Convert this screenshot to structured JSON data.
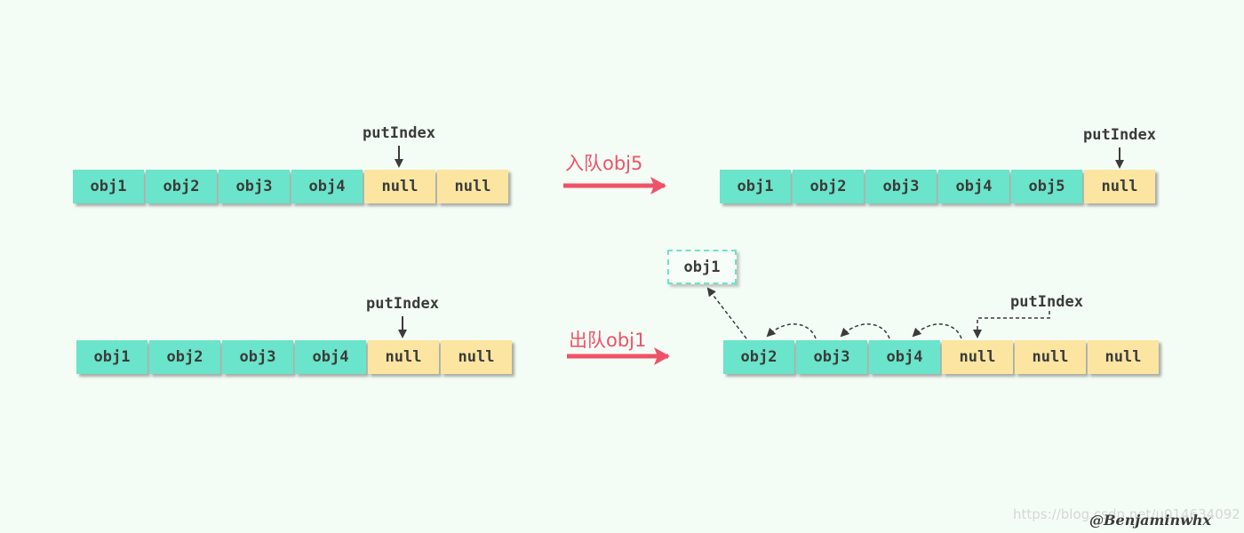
{
  "top_left": {
    "cells": [
      {
        "label": "obj1",
        "kind": "obj"
      },
      {
        "label": "obj2",
        "kind": "obj"
      },
      {
        "label": "obj3",
        "kind": "obj"
      },
      {
        "label": "obj4",
        "kind": "obj"
      },
      {
        "label": "null",
        "kind": "null"
      },
      {
        "label": "null",
        "kind": "null"
      }
    ],
    "pointer": "putIndex"
  },
  "enqueue_label": "入队obj5",
  "top_right": {
    "cells": [
      {
        "label": "obj1",
        "kind": "obj"
      },
      {
        "label": "obj2",
        "kind": "obj"
      },
      {
        "label": "obj3",
        "kind": "obj"
      },
      {
        "label": "obj4",
        "kind": "obj"
      },
      {
        "label": "obj5",
        "kind": "obj"
      },
      {
        "label": "null",
        "kind": "null"
      }
    ],
    "pointer": "putIndex"
  },
  "bottom_left": {
    "cells": [
      {
        "label": "obj1",
        "kind": "obj"
      },
      {
        "label": "obj2",
        "kind": "obj"
      },
      {
        "label": "obj3",
        "kind": "obj"
      },
      {
        "label": "obj4",
        "kind": "obj"
      },
      {
        "label": "null",
        "kind": "null"
      },
      {
        "label": "null",
        "kind": "null"
      }
    ],
    "pointer": "putIndex"
  },
  "dequeue_label": "出队obj1",
  "bottom_right": {
    "popped": "obj1",
    "cells": [
      {
        "label": "obj2",
        "kind": "obj"
      },
      {
        "label": "obj3",
        "kind": "obj"
      },
      {
        "label": "obj4",
        "kind": "obj"
      },
      {
        "label": "null",
        "kind": "null"
      },
      {
        "label": "null",
        "kind": "null"
      },
      {
        "label": "null",
        "kind": "null"
      }
    ],
    "pointer": "putIndex"
  },
  "watermark": "https://blog.csdn.net/u014634092",
  "signature": "@Benjaminwhx",
  "colors": {
    "obj_cell": "#6ae4ca",
    "null_cell": "#fbe5a0",
    "op_arrow": "#ef5268",
    "text": "#3b3b3b",
    "background": "#f4fdf5"
  }
}
